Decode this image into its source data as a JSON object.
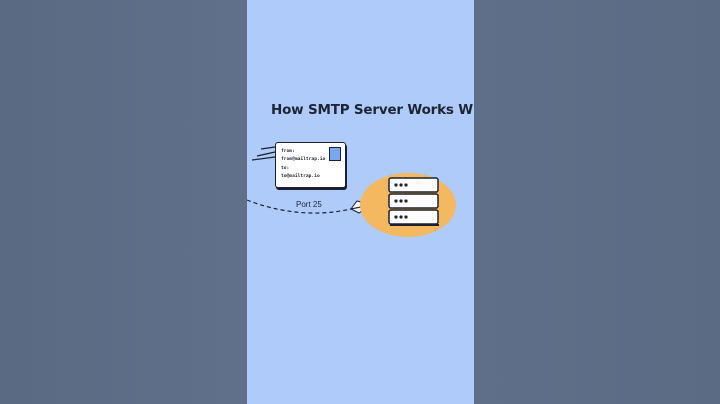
{
  "diagram": {
    "title": "How SMTP Server Works Without",
    "envelope": {
      "from_label": "from:",
      "from_value": "from@mailtrap.io",
      "to_label": "to:",
      "to_value": "to@mailtrap.io"
    },
    "port_label": "Port 25"
  },
  "colors": {
    "panel_bg": "#aecbfa",
    "side_bg": "#5d6e87",
    "server_blob": "#f4b860",
    "stamp": "#7aa6ee"
  }
}
